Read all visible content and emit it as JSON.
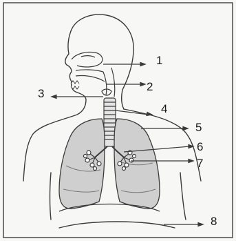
{
  "diagram": {
    "labels": [
      {
        "id": "1",
        "text": "1"
      },
      {
        "id": "2",
        "text": "2"
      },
      {
        "id": "3",
        "text": "3"
      },
      {
        "id": "4",
        "text": "4"
      },
      {
        "id": "5",
        "text": "5"
      },
      {
        "id": "6",
        "text": "6"
      },
      {
        "id": "7",
        "text": "7"
      },
      {
        "id": "8",
        "text": "8"
      }
    ]
  },
  "colors": {
    "line": "#3a3a3a",
    "lung_fill": "#cfcfcf",
    "lung_shade": "#b8b8b8",
    "background": "#f7f7f5"
  }
}
